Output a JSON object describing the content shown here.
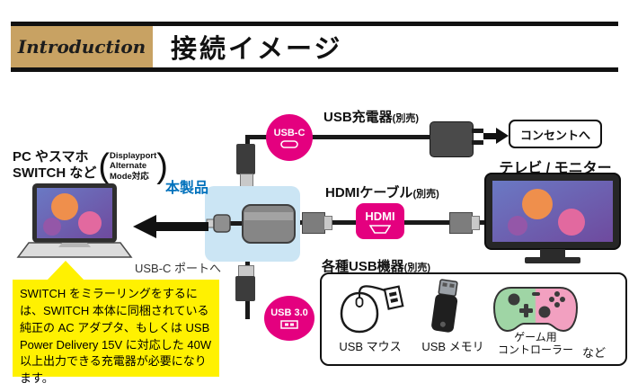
{
  "header": {
    "intro_label": "Introduction",
    "title": "接続イメージ"
  },
  "source_device": {
    "label_line1": "PC やスマホ",
    "label_line2": "SWITCH など",
    "note_lines": [
      "Displayport",
      "Alternate",
      "Mode対応"
    ]
  },
  "product": {
    "label": "本製品",
    "port_note": "USB-C ポートへ"
  },
  "power": {
    "badge": "USB-C",
    "label": "USB充電器",
    "sold_note": "(別売)",
    "outlet_label": "コンセントへ"
  },
  "display": {
    "badge": "HDMI",
    "label": "HDMIケーブル",
    "sold_note": "(別売)",
    "device_label": "テレビ / モニター"
  },
  "usb_devices": {
    "badge": "USB 3.0",
    "label": "各種USB機器",
    "sold_note": "(別売)",
    "items": [
      {
        "label": "USB マウス"
      },
      {
        "label": "USB メモリ"
      },
      {
        "label_line1": "ゲーム用",
        "label_line2": "コントローラー"
      }
    ],
    "etc_label": "など"
  },
  "note": {
    "text": "SWITCH をミラーリングをするには、SWITCH 本体に同梱されている純正の AC アダプタ、もしくは USB Power Delivery 15V に対応した 40W 以上出力できる充電器が必要になります。"
  },
  "colors": {
    "accent_pink": "#e4007f",
    "header_tan": "#c8a263",
    "note_yellow": "#fff101",
    "product_blue": "#0071bc",
    "product_bg": "#cbe5f4"
  }
}
